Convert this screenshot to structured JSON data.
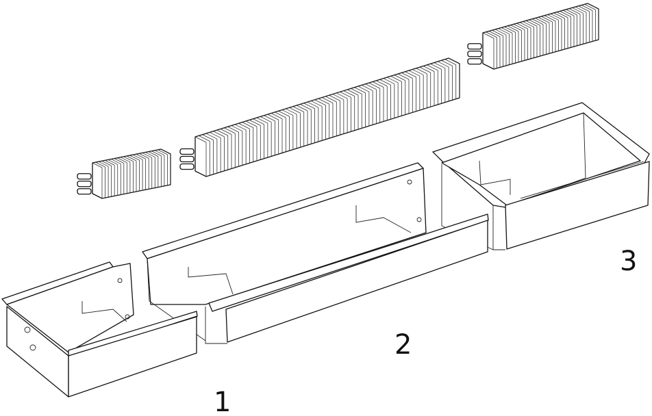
{
  "labels": {
    "section_1": "1",
    "section_2": "2",
    "section_3": "3"
  },
  "colors": {
    "line": "#111111",
    "background": "#ffffff"
  }
}
